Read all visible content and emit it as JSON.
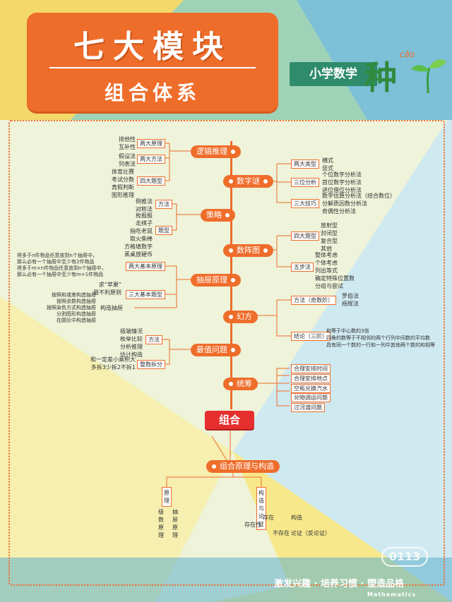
{
  "header": {
    "title": "七大模块",
    "subtitle": "组合体系",
    "badge": "小学数学",
    "logo_char": "种",
    "logo_pinyin": "cǎo"
  },
  "colors": {
    "accent": "#ef6d2b",
    "red": "#e52f2f",
    "green": "#2e8c6c",
    "bg_yellow": "#f8f0a0",
    "bg_blue": "#cde9f3"
  },
  "left": {
    "logic": {
      "node": "逻辑推理",
      "g1": {
        "box": "两大原理",
        "items": [
          "排他性",
          "互补性"
        ]
      },
      "g2": {
        "box": "两大方法",
        "items": [
          "假设法",
          "列表法"
        ]
      },
      "g3": {
        "box": "四大题型",
        "items": [
          "体育比赛",
          "考试分数",
          "真假判断",
          "图形推理"
        ]
      }
    },
    "strategy": {
      "node": "策略",
      "g1": {
        "box": "方法",
        "items": [
          "倒推法",
          "对称法"
        ]
      },
      "g2": {
        "box": "题型",
        "items": [
          "枚报报",
          "走棋子",
          "指吃老鼠",
          "取火柴棒",
          "方格填数字",
          "蒸桌放硬币"
        ]
      }
    },
    "pigeon": {
      "node": "抽屉原理",
      "g1": {
        "box": "两大基本原理",
        "items": [
          "将多于n件物品任意放到n个抽屉中，",
          "那么必有一个抽屉中至少有2件物品",
          "将多于m×n件物品任意放到n个抽屉中，",
          "那么必有一个抽屉中至少有m+1件物品"
        ]
      },
      "g2": {
        "box": "三大基本题型",
        "items": [
          "求“苹果”",
          "最不利原则"
        ]
      },
      "g3": {
        "box": "构造抽屉",
        "items": [
          "按照和或差构造抽屉",
          "按照余数构造抽屉",
          "按照染色方式构造抽屉",
          "分割图形构造抽屉",
          "在圆论中构造抽屉"
        ]
      }
    },
    "extreme": {
      "node": "最值问题",
      "g1": {
        "box": "方法",
        "items": [
          "极端情况",
          "枚举比较",
          "分析推理",
          "估计构造"
        ]
      },
      "g2": {
        "box": "整数拆分",
        "items": [
          "和一定差小乘积大",
          "多拆3少拆2不拆1"
        ]
      }
    }
  },
  "right": {
    "numpuzzle": {
      "node": "数字谜",
      "g1": {
        "box": "两大类型",
        "items": [
          "横式",
          "竖式"
        ]
      },
      "g2": {
        "box": "三位分析",
        "items": [
          "个位数字分析法",
          "首位数字分析法",
          "进位借位分析法"
        ]
      },
      "g3": {
        "box": "三大技巧",
        "items": [
          "数字估算分析法（结合数位）",
          "分解质因数分析法",
          "奇偶性分析法"
        ]
      }
    },
    "numarray": {
      "node": "数阵图",
      "g1": {
        "box": "四大题型",
        "items": [
          "放射型",
          "封闭型",
          "复合型",
          "其他"
        ]
      },
      "g2": {
        "box": "五步法",
        "items": [
          "整体考虑",
          "个体考虑",
          "列出等式",
          "确定特殊位置数",
          "分组与尝试"
        ]
      }
    },
    "magic": {
      "node": "幻方",
      "g1": {
        "box": "方法（奇数阶）",
        "items": [
          "罗伯法",
          "杨辉法"
        ]
      },
      "g2": {
        "box": "结论（三阶）",
        "items": [
          "和等于中心数的3倍",
          "四角的数等于不相邻的两个行列中间数的平均数",
          "具有同一个数的一行和一列中其他两个数的和相等"
        ]
      }
    },
    "planning": {
      "node": "统筹",
      "items": [
        "合理安排时间",
        "合理安排地点",
        "空瓶兑换汽水",
        "兑物调运问题",
        "过河渡问题"
      ]
    }
  },
  "center": "组合",
  "bottom": {
    "node": "组合原理与构造",
    "left_box": "原理",
    "left_cols": [
      "级数原理",
      "抽屉原理"
    ],
    "right_box": "构造与论证",
    "rows": [
      [
        "存在性",
        "存在",
        "构造"
      ],
      [
        "",
        "不存在",
        "论证（反论证）"
      ]
    ]
  },
  "watermark": "0113",
  "footer": {
    "line1": "激发兴趣 · 培养习惯 · 塑造品格",
    "line2": "Mathematics"
  }
}
